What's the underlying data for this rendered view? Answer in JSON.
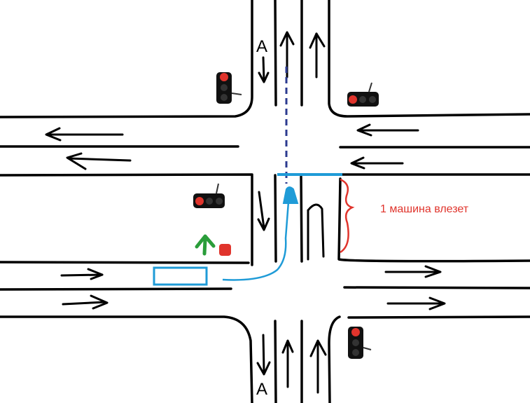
{
  "labels": {
    "lane_a_top": "A",
    "lane_a_bottom": "A",
    "annotation": "1 машина влезет"
  },
  "traffic_lights": [
    {
      "id": "top-left",
      "orientation": "vertical",
      "active": "red"
    },
    {
      "id": "top-right",
      "orientation": "horizontal",
      "active": "red"
    },
    {
      "id": "middle-left",
      "orientation": "horizontal",
      "active": "red"
    },
    {
      "id": "bottom-right",
      "orientation": "vertical",
      "active": "red"
    }
  ],
  "extra_signal": {
    "arrow_color": "#2a9d3a",
    "light_color": "#e0342c"
  },
  "colors": {
    "road_line": "#000000",
    "route": "#1f9bd7",
    "center_dash": "#2b3a8f",
    "annotation": "#e0342c",
    "light_red": "#e0342c",
    "light_off": "#333333"
  }
}
